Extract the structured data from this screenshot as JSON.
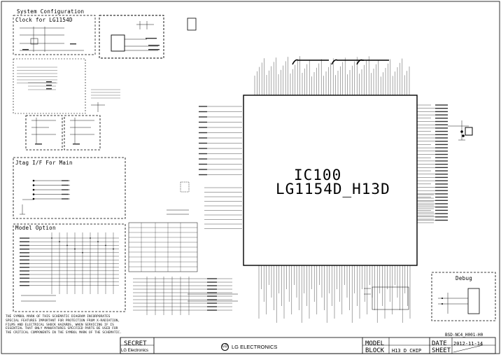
{
  "sheet_title": "System Configuration",
  "sections": {
    "clock": "Clock for LG1154D",
    "jtag": "Jtag I/F For Main",
    "model": "Model Option",
    "debug": "Debug"
  },
  "ic": {
    "ref": "IC100",
    "part": "LG1154D_H13D"
  },
  "doc_id": "BSD-NC4_H001-H0",
  "notice": [
    "THE   SYMBOL MARK OF THIS SCHEMATIC DIAGRAM INCORPORATES",
    "SPECIAL FEATURES IMPORTANT FOR PROTECTION FROM X-RADIATION,",
    "FILMS AND ELECTRICAL SHOCK HAZARDS, WHEN SERVICING IF IS",
    "ESSENTIAL THAT ONLY MANUFATURES SPECFIED PARTS BE USED FOR",
    "THE CRITICAL COMPONENTS IN THE   SYMBOL MARK OF THE SCHEMATIC."
  ],
  "title_block": {
    "secret": "SECRET",
    "company_small": "LG Electronics",
    "logo_text": "LG ELECTRONICS",
    "model_label": "MODEL",
    "block_label": "BLOCK",
    "block_value": "H13 D CHIP",
    "date_label": "DATE",
    "date_value": "2012-11-14",
    "sheet_label": "SHEET"
  }
}
